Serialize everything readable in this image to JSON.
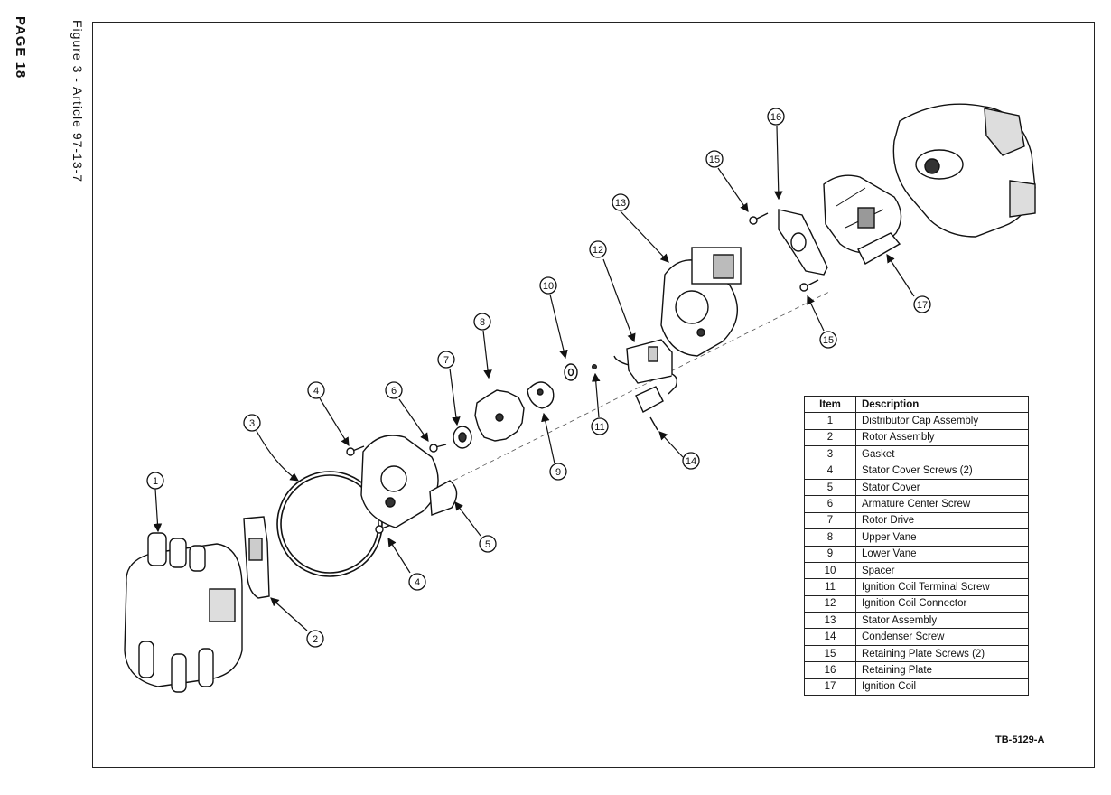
{
  "page": {
    "number": "PAGE 18",
    "figure": "Figure 3 - Article 97-13-7"
  },
  "callouts": [
    "1",
    "2",
    "3",
    "4",
    "4",
    "5",
    "6",
    "7",
    "8",
    "9",
    "10",
    "11",
    "12",
    "13",
    "14",
    "15",
    "15",
    "16",
    "17"
  ],
  "legend": {
    "headers": {
      "item": "Item",
      "description": "Description"
    },
    "rows": [
      {
        "item": "1",
        "description": "Distributor Cap Assembly"
      },
      {
        "item": "2",
        "description": "Rotor Assembly"
      },
      {
        "item": "3",
        "description": "Gasket"
      },
      {
        "item": "4",
        "description": "Stator Cover Screws (2)"
      },
      {
        "item": "5",
        "description": "Stator Cover"
      },
      {
        "item": "6",
        "description": "Armature Center Screw"
      },
      {
        "item": "7",
        "description": "Rotor Drive"
      },
      {
        "item": "8",
        "description": "Upper Vane"
      },
      {
        "item": "9",
        "description": "Lower Vane"
      },
      {
        "item": "10",
        "description": "Spacer"
      },
      {
        "item": "11",
        "description": "Ignition Coil Terminal Screw"
      },
      {
        "item": "12",
        "description": "Ignition Coil Connector"
      },
      {
        "item": "13",
        "description": "Stator Assembly"
      },
      {
        "item": "14",
        "description": "Condenser Screw"
      },
      {
        "item": "15",
        "description": "Retaining Plate Screws (2)"
      },
      {
        "item": "16",
        "description": "Retaining Plate"
      },
      {
        "item": "17",
        "description": "Ignition Coil"
      }
    ]
  },
  "figure_code": "TB-5129-A"
}
